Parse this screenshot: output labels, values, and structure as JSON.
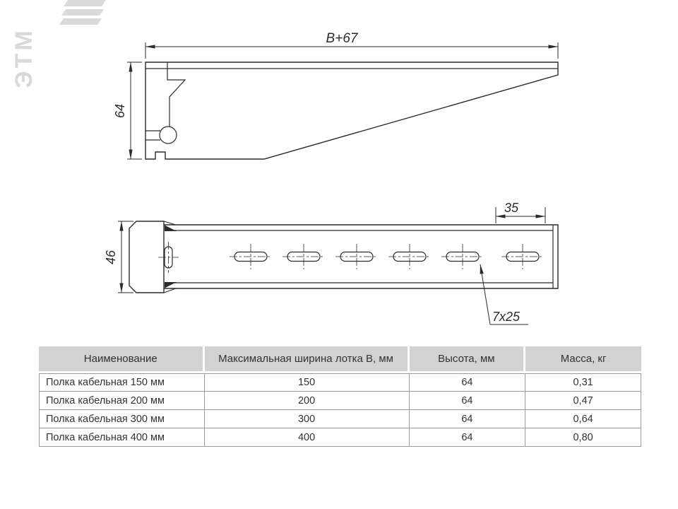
{
  "watermark": {
    "brand": "ЭТМ"
  },
  "drawing": {
    "colors": {
      "line": "#2b2b2b",
      "watermark": "#d9d9d9",
      "table_header_bg": "#d2d2d2"
    },
    "side_view": {
      "width_dim": "В+67",
      "height_dim": "64"
    },
    "plan_view": {
      "pitch_dim": "35",
      "height_dim": "46",
      "slot_dim": "7х25"
    }
  },
  "table": {
    "headers": [
      "Наименование",
      "Максимальная ширина лотка В, мм",
      "Высота, мм",
      "Масса, кг"
    ],
    "rows": [
      [
        "Полка кабельная 150 мм",
        "150",
        "64",
        "0,31"
      ],
      [
        "Полка кабельная 200 мм",
        "200",
        "64",
        "0,47"
      ],
      [
        "Полка кабельная 300 мм",
        "300",
        "64",
        "0,64"
      ],
      [
        "Полка кабельная 400 мм",
        "400",
        "64",
        "0,80"
      ]
    ]
  }
}
